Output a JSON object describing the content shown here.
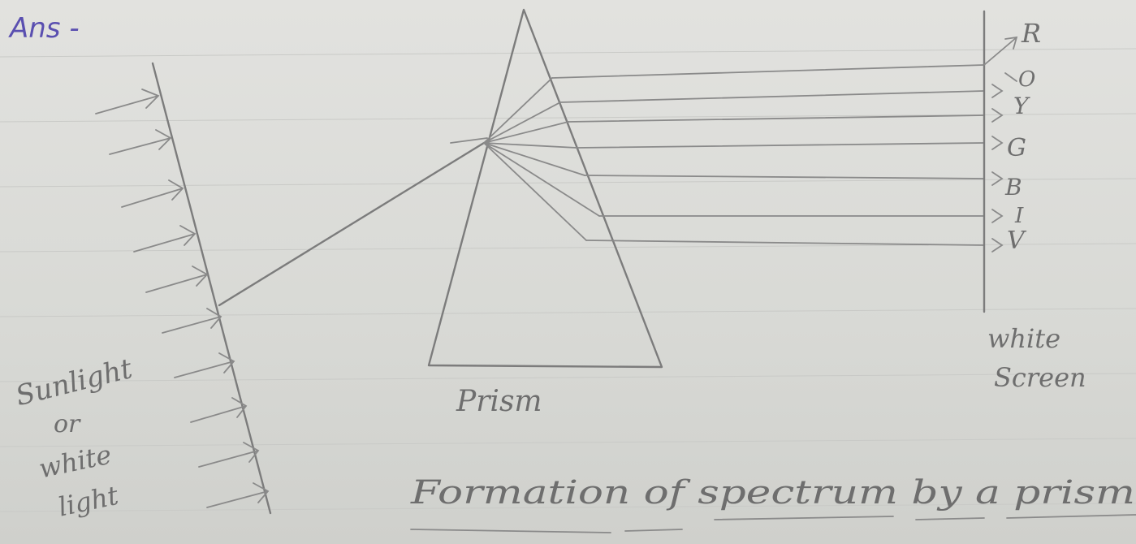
{
  "answer_label": "Ans -",
  "labels": {
    "source_line1": "Sunlight",
    "source_line2": "or",
    "source_line3": "white",
    "source_line4": "light",
    "prism": "Prism",
    "screen_line1": "white",
    "screen_line2": "Screen",
    "caption": "Formation of spectrum by a prism"
  },
  "spectrum_colors": [
    "R",
    "O",
    "Y",
    "G",
    "B",
    "I",
    "V"
  ],
  "colors": {
    "pencil": "#7c7c7c",
    "answer_ink": "#5a4fb0",
    "paper": "#dcdcd8"
  }
}
